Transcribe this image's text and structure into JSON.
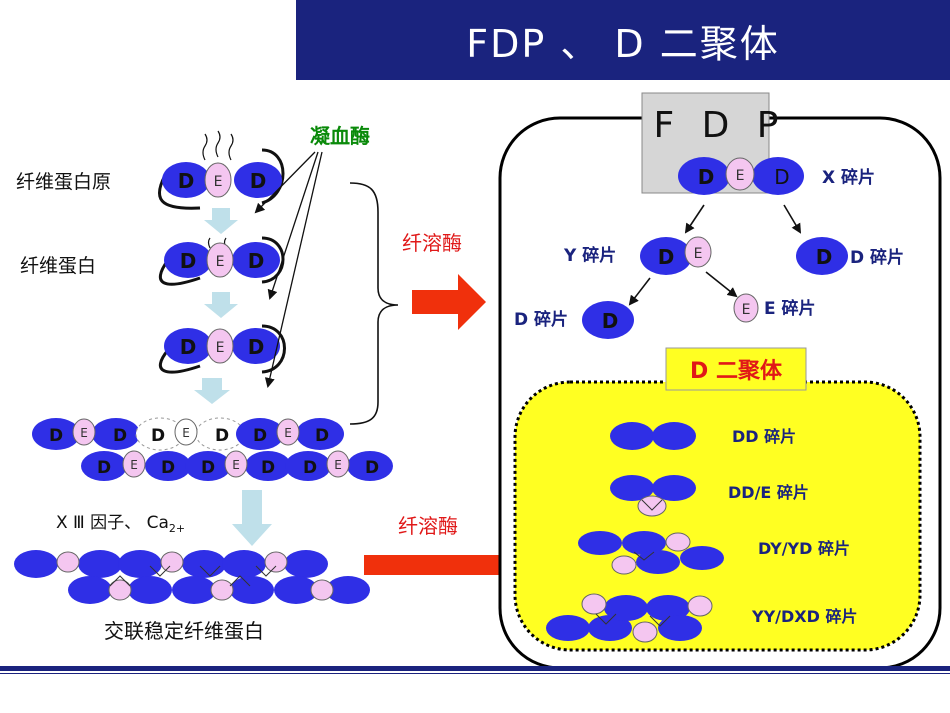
{
  "title": "FDP 、 D 二聚体",
  "colors": {
    "title_bg": "#1a237e",
    "d_domain": "#2f2fe6",
    "e_domain": "#f4c6f0",
    "enzyme_green": "#0a8a0a",
    "enzyme_red": "#e01818",
    "arrow_red": "#f0300c",
    "panel_yellow": "#ffff22",
    "arrow_light": "#bfe0ea",
    "bottom_rule": "#1a237e"
  },
  "left": {
    "fibrinogen_label": "纤维蛋白原",
    "fibrin_label": "纤维蛋白",
    "thrombin_label": "凝血酶",
    "factor_label": "X Ⅲ 因子、 Ca",
    "factor_sub": "2+",
    "crosslinked_label": "交联稳定纤维蛋白",
    "d_letter": "D",
    "e_letter": "E"
  },
  "middle": {
    "plasmin_top": "纤溶酶",
    "plasmin_bottom": "纤溶酶"
  },
  "right": {
    "fdp_box": "F D P",
    "x_fragment": "X 碎片",
    "y_fragment": "Y 碎片",
    "d_fragment_right": "D 碎片",
    "d_fragment_left": "D 碎片",
    "e_fragment": "E 碎片",
    "d_dimer_title": "D 二聚体",
    "dd_fragment": "DD 碎片",
    "dde_fragment": "DD/E 碎片",
    "dyyd_fragment": "DY/YD 碎片",
    "yydxd_fragment": "YY/DXD 碎片"
  }
}
